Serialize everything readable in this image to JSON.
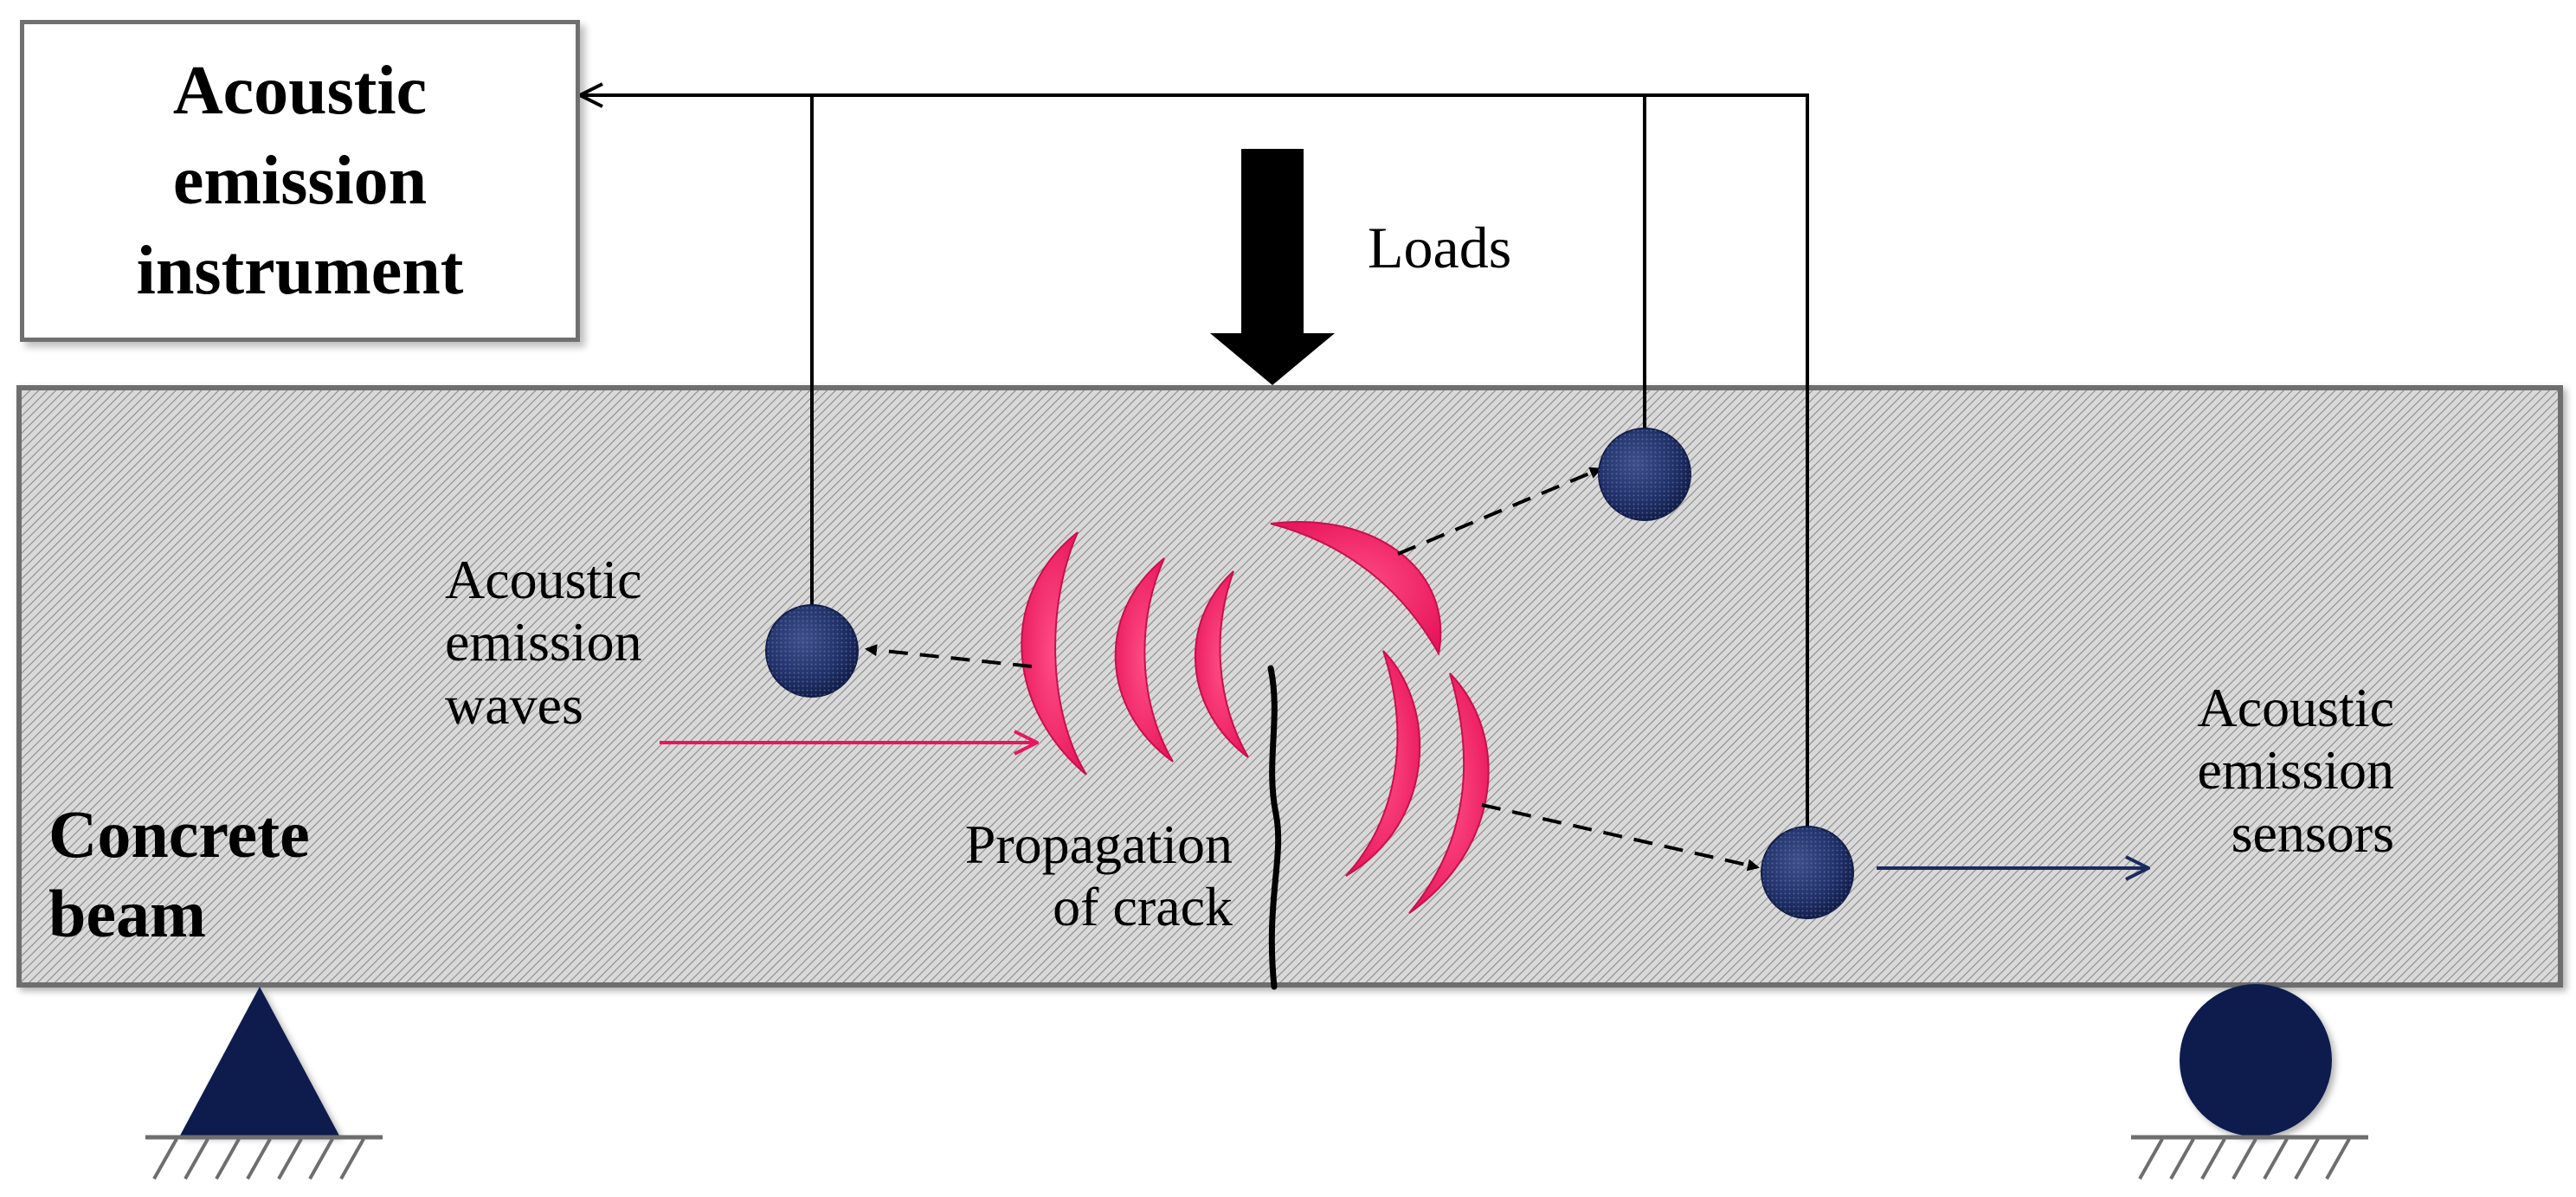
{
  "instrument": {
    "line1": "Acoustic",
    "line2": "emission",
    "line3": "instrument"
  },
  "loads_label": "Loads",
  "waves_label": {
    "line1": "Acoustic",
    "line2": "emission",
    "line3": "waves"
  },
  "crack_label": {
    "line1": "Propagation",
    "line2": "of crack"
  },
  "sensors_label": {
    "line1": "Acoustic",
    "line2": "emission",
    "line3": "sensors"
  },
  "beam_label": {
    "line1": "Concrete",
    "line2": "beam"
  },
  "colors": {
    "beam_fill": "#d9d9d9",
    "beam_border": "#6e6e6e",
    "sensor": "#1f2f66",
    "support": "#0b1a4e",
    "wave": "#e8175d",
    "waves_arrow": "#e8175d",
    "sensors_arrow": "#1b2a5e",
    "wire": "#000000"
  }
}
